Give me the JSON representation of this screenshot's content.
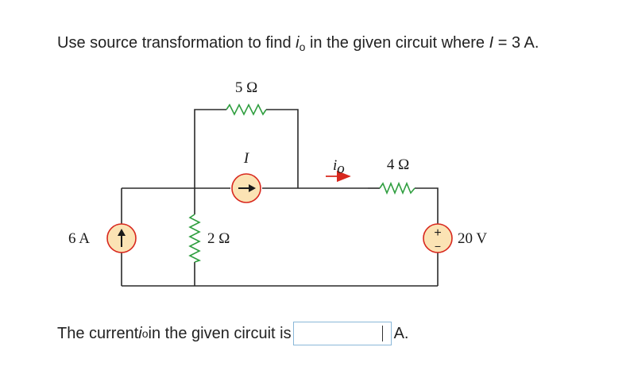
{
  "question": {
    "prefix": "Use source transformation to find ",
    "var_i": "i",
    "var_sub": "o",
    "middle": " in the given circuit where ",
    "var_I": "I",
    "suffix": " = 3 A."
  },
  "circuit": {
    "r_top": "5 Ω",
    "source_I": "I",
    "current_label_i": "i",
    "current_label_sub": "o",
    "r_right": "4 Ω",
    "source_6A": "6 A",
    "r_mid": "2 Ω",
    "source_20V": "20 V",
    "plus": "+",
    "minus": "−"
  },
  "answer": {
    "prefix": "The current ",
    "var_i": "i",
    "var_sub": "o",
    "suffix": " in the given circuit is",
    "value": "",
    "unit": "A."
  }
}
